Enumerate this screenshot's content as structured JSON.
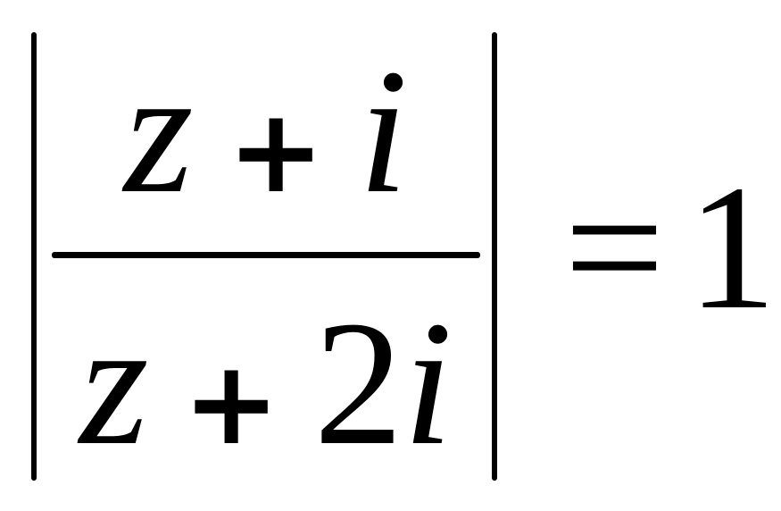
{
  "formula": {
    "numerator": {
      "term1": "z",
      "operator": "+",
      "term2": "i"
    },
    "denominator": {
      "term1": "z",
      "operator": "+",
      "coefficient": "2",
      "term2": "i"
    },
    "equals_sign": "=",
    "right_side": "1"
  }
}
